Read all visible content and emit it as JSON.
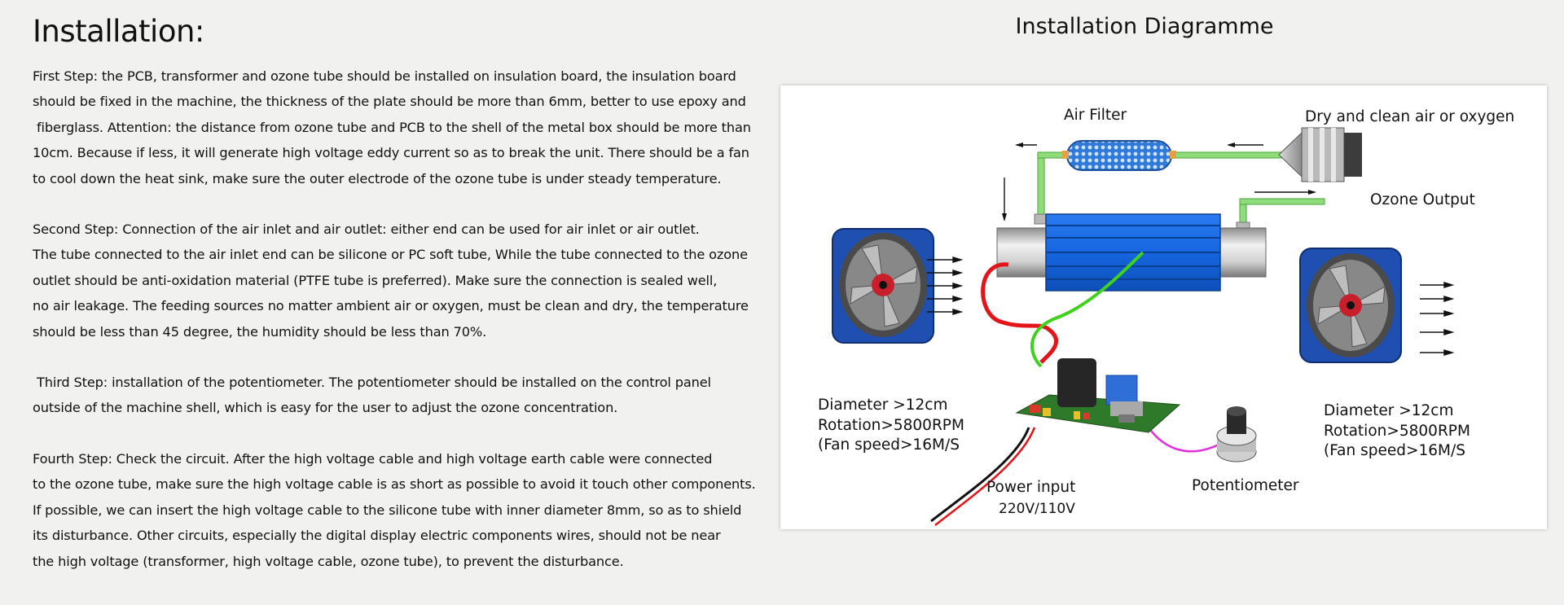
{
  "page_title": "Installation:",
  "steps": [
    {
      "lines": [
        "First Step: the PCB, transformer and ozone tube should be installed on insulation board, the insulation board",
        "should be fixed in the machine, the thickness of the plate should be more than 6mm, better to use epoxy and",
        " fiberglass. Attention: the distance from ozone tube and PCB to the shell of the metal box should be more than",
        "10cm. Because if less, it will generate high voltage eddy current so as to break the unit. There should be a fan",
        "to cool down the heat sink, make sure the outer electrode of the ozone tube is under steady temperature."
      ]
    },
    {
      "lines": [
        "Second Step: Connection of the air inlet and air outlet: either end can be used for air inlet or air outlet.",
        "The tube connected to the air inlet end can be silicone or PC soft tube, While the tube connected to the ozone",
        "outlet should be anti-oxidation material (PTFE tube is preferred). Make sure the connection is sealed well,",
        "no air leakage. The feeding sources no matter ambient air or oxygen, must be clean and dry, the temperature",
        "should be less than 45 degree, the humidity should be less than 70%."
      ]
    },
    {
      "lines": [
        " Third Step: installation of the potentiometer. The potentiometer should be installed on the control panel",
        "outside of the machine shell, which is easy for the user to adjust the ozone concentration."
      ]
    },
    {
      "lines": [
        "Fourth Step: Check the circuit. After the high voltage cable and high voltage earth cable were connected",
        "to the ozone tube, make sure the high voltage cable is as short as possible to avoid it touch other components.",
        "If possible, we can insert the high voltage cable to the silicone tube with inner diameter 8mm, so as to shield",
        "its disturbance. Other circuits, especially the digital display electric components wires, should not be near",
        "the high voltage (transformer, high voltage cable, ozone tube), to prevent the disturbance."
      ]
    }
  ],
  "diagram": {
    "title": "Installation Diagramme",
    "labels": {
      "air_filter": "Air Filter",
      "air_source": "Dry and clean air or oxygen",
      "ozone_output": "Ozone Output",
      "power_input": "Power input",
      "power_voltage": "220V/110V",
      "potentiometer": "Potentiometer"
    },
    "left_fan": {
      "diameter": "Diameter >12cm",
      "rotation": "Rotation>5800RPM",
      "speed": "(Fan speed>16M/S"
    },
    "right_fan": {
      "diameter": "Diameter >12cm",
      "rotation": "Rotation>5800RPM",
      "speed": "(Fan speed>16M/S"
    },
    "colors": {
      "tube_blue": "#1566e0",
      "fan_blue": "#1f4fb0",
      "pipe_green": "#8fdc7c",
      "filter_blue": "#2f79d8",
      "hv_wire_red": "#e4141b",
      "ground_wire_green": "#3ed21a",
      "pot_wire_magenta": "#e030d8",
      "pcb_green": "#2f7a2a"
    }
  }
}
